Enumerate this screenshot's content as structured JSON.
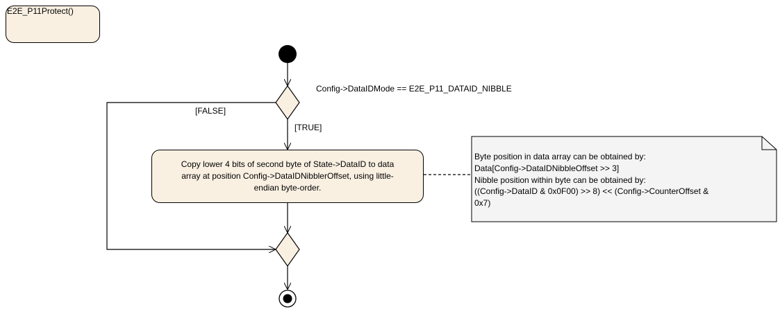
{
  "activity": {
    "frame_title": "E2E_P11Protect()",
    "subactivity_icon": "rake-icon"
  },
  "decision": {
    "guard_condition": "Config->DataIDMode == E2E_P11_DATAID_NIBBLE",
    "branch_false": "[FALSE]",
    "branch_true": "[TRUE]"
  },
  "action": {
    "label": "Copy lower 4 bits of second byte of State->DataID to data array at position Config->DataIDNibblerOffset, using little-endian byte-order."
  },
  "note": {
    "lines": [
      "Byte position in data array can be obtained by:",
      "Data[Config->DataIDNibbleOffset >> 3]",
      "Nibble position within byte can be obtained by:",
      "((Config->DataID & 0x0F00) >> 8) << (Config->CounterOffset &",
      "0x7)"
    ]
  },
  "colors": {
    "node_fill": "#f9f0e2",
    "note_fill": "#f4f4f4",
    "stroke": "#000000"
  }
}
